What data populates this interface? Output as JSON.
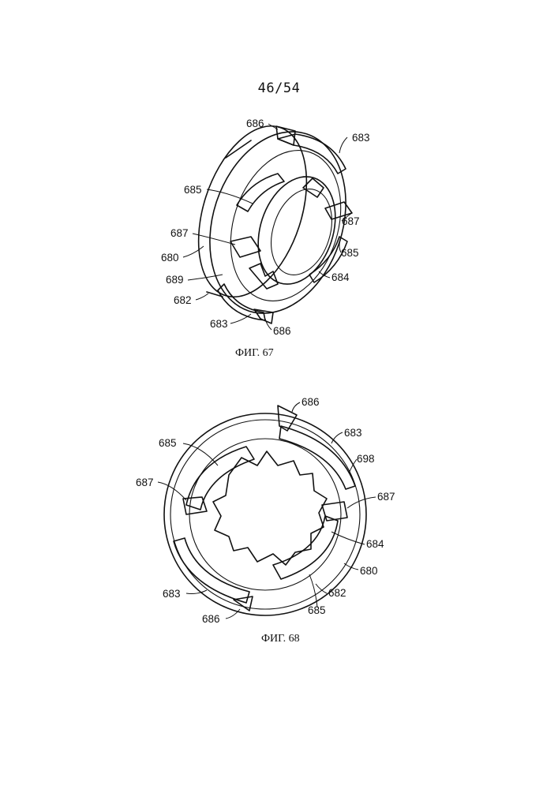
{
  "sheet": {
    "number": "46/54"
  },
  "figures": [
    {
      "caption": "ФИГ. 67",
      "labels": {
        "l686a": "686",
        "l683a": "683",
        "l685a": "685",
        "l687a": "687",
        "l687b": "687",
        "l685b": "685",
        "l680": "680",
        "l684": "684",
        "l689": "689",
        "l682": "682",
        "l683b": "683",
        "l686b": "686"
      }
    },
    {
      "caption": "ФИГ. 68",
      "labels": {
        "l686a": "686",
        "l683a": "683",
        "l685a": "685",
        "l698": "698",
        "l687a": "687",
        "l687b": "687",
        "l684": "684",
        "l680": "680",
        "l683b": "683",
        "l682": "682",
        "l685b": "685",
        "l686b": "686"
      }
    }
  ]
}
